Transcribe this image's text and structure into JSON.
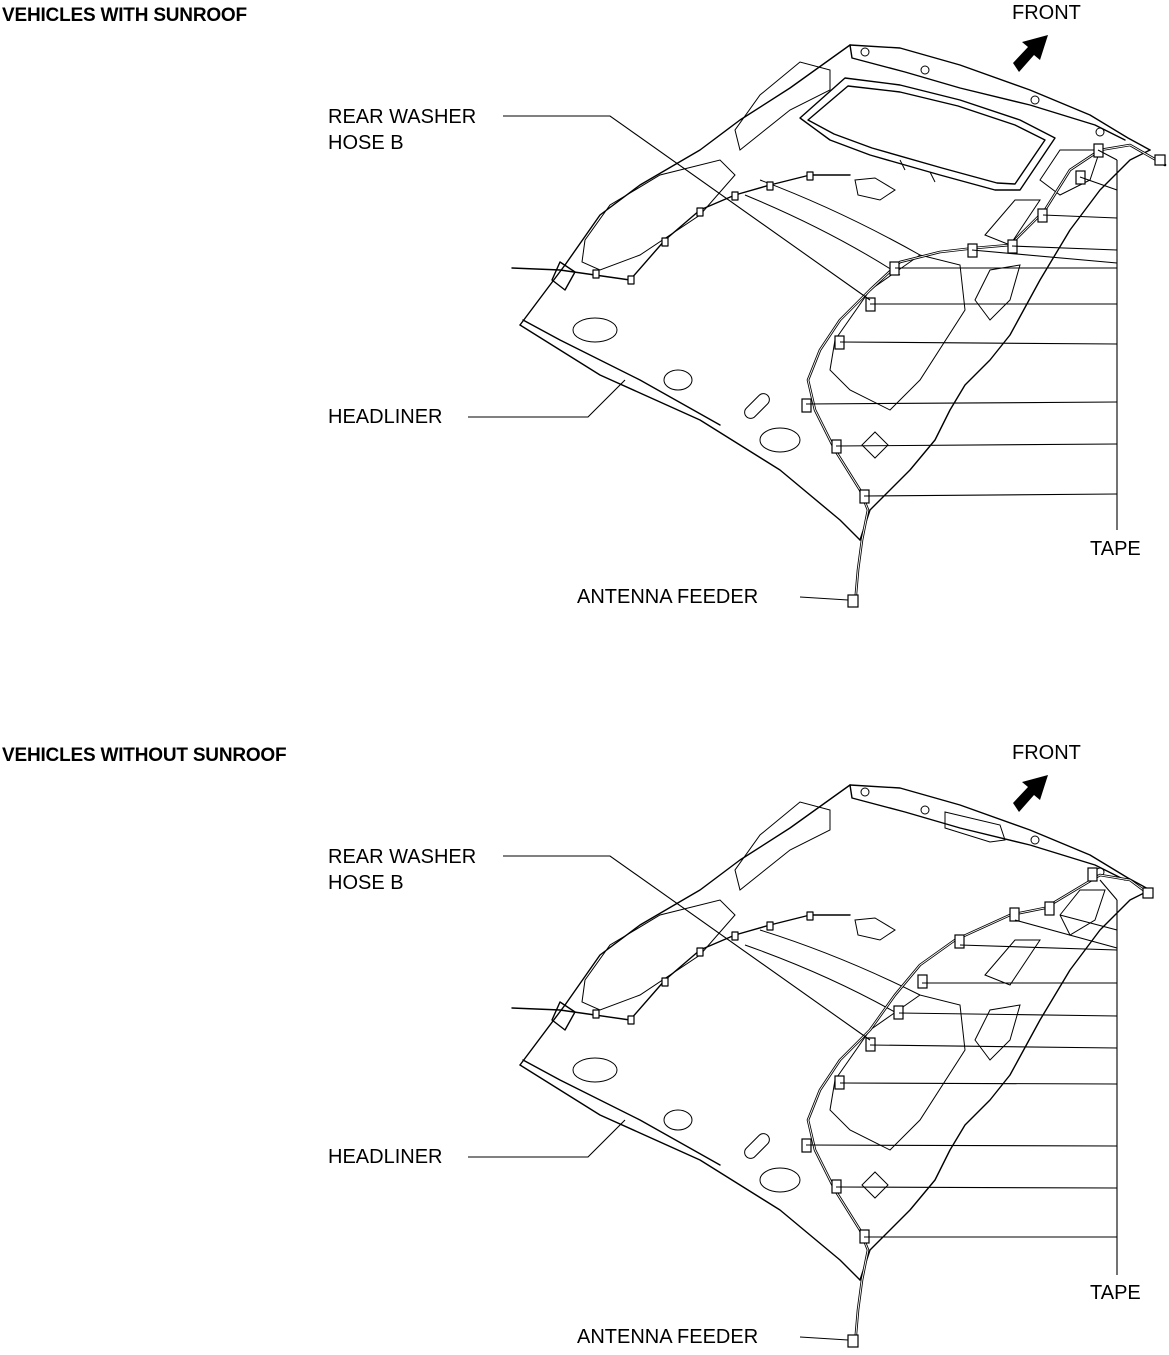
{
  "panels": [
    {
      "title": "VEHICLES WITH SUNROOF",
      "front": "FRONT",
      "rear_washer_hose_line1": "REAR WASHER",
      "rear_washer_hose_line2": "HOSE B",
      "headliner": "HEADLINER",
      "antenna_feeder": "ANTENNA FEEDER",
      "tape": "TAPE"
    },
    {
      "title": "VEHICLES WITHOUT SUNROOF",
      "front": "FRONT",
      "rear_washer_hose_line1": "REAR WASHER",
      "rear_washer_hose_line2": "HOSE B",
      "headliner": "HEADLINER",
      "antenna_feeder": "ANTENNA FEEDER",
      "tape": "TAPE"
    }
  ]
}
